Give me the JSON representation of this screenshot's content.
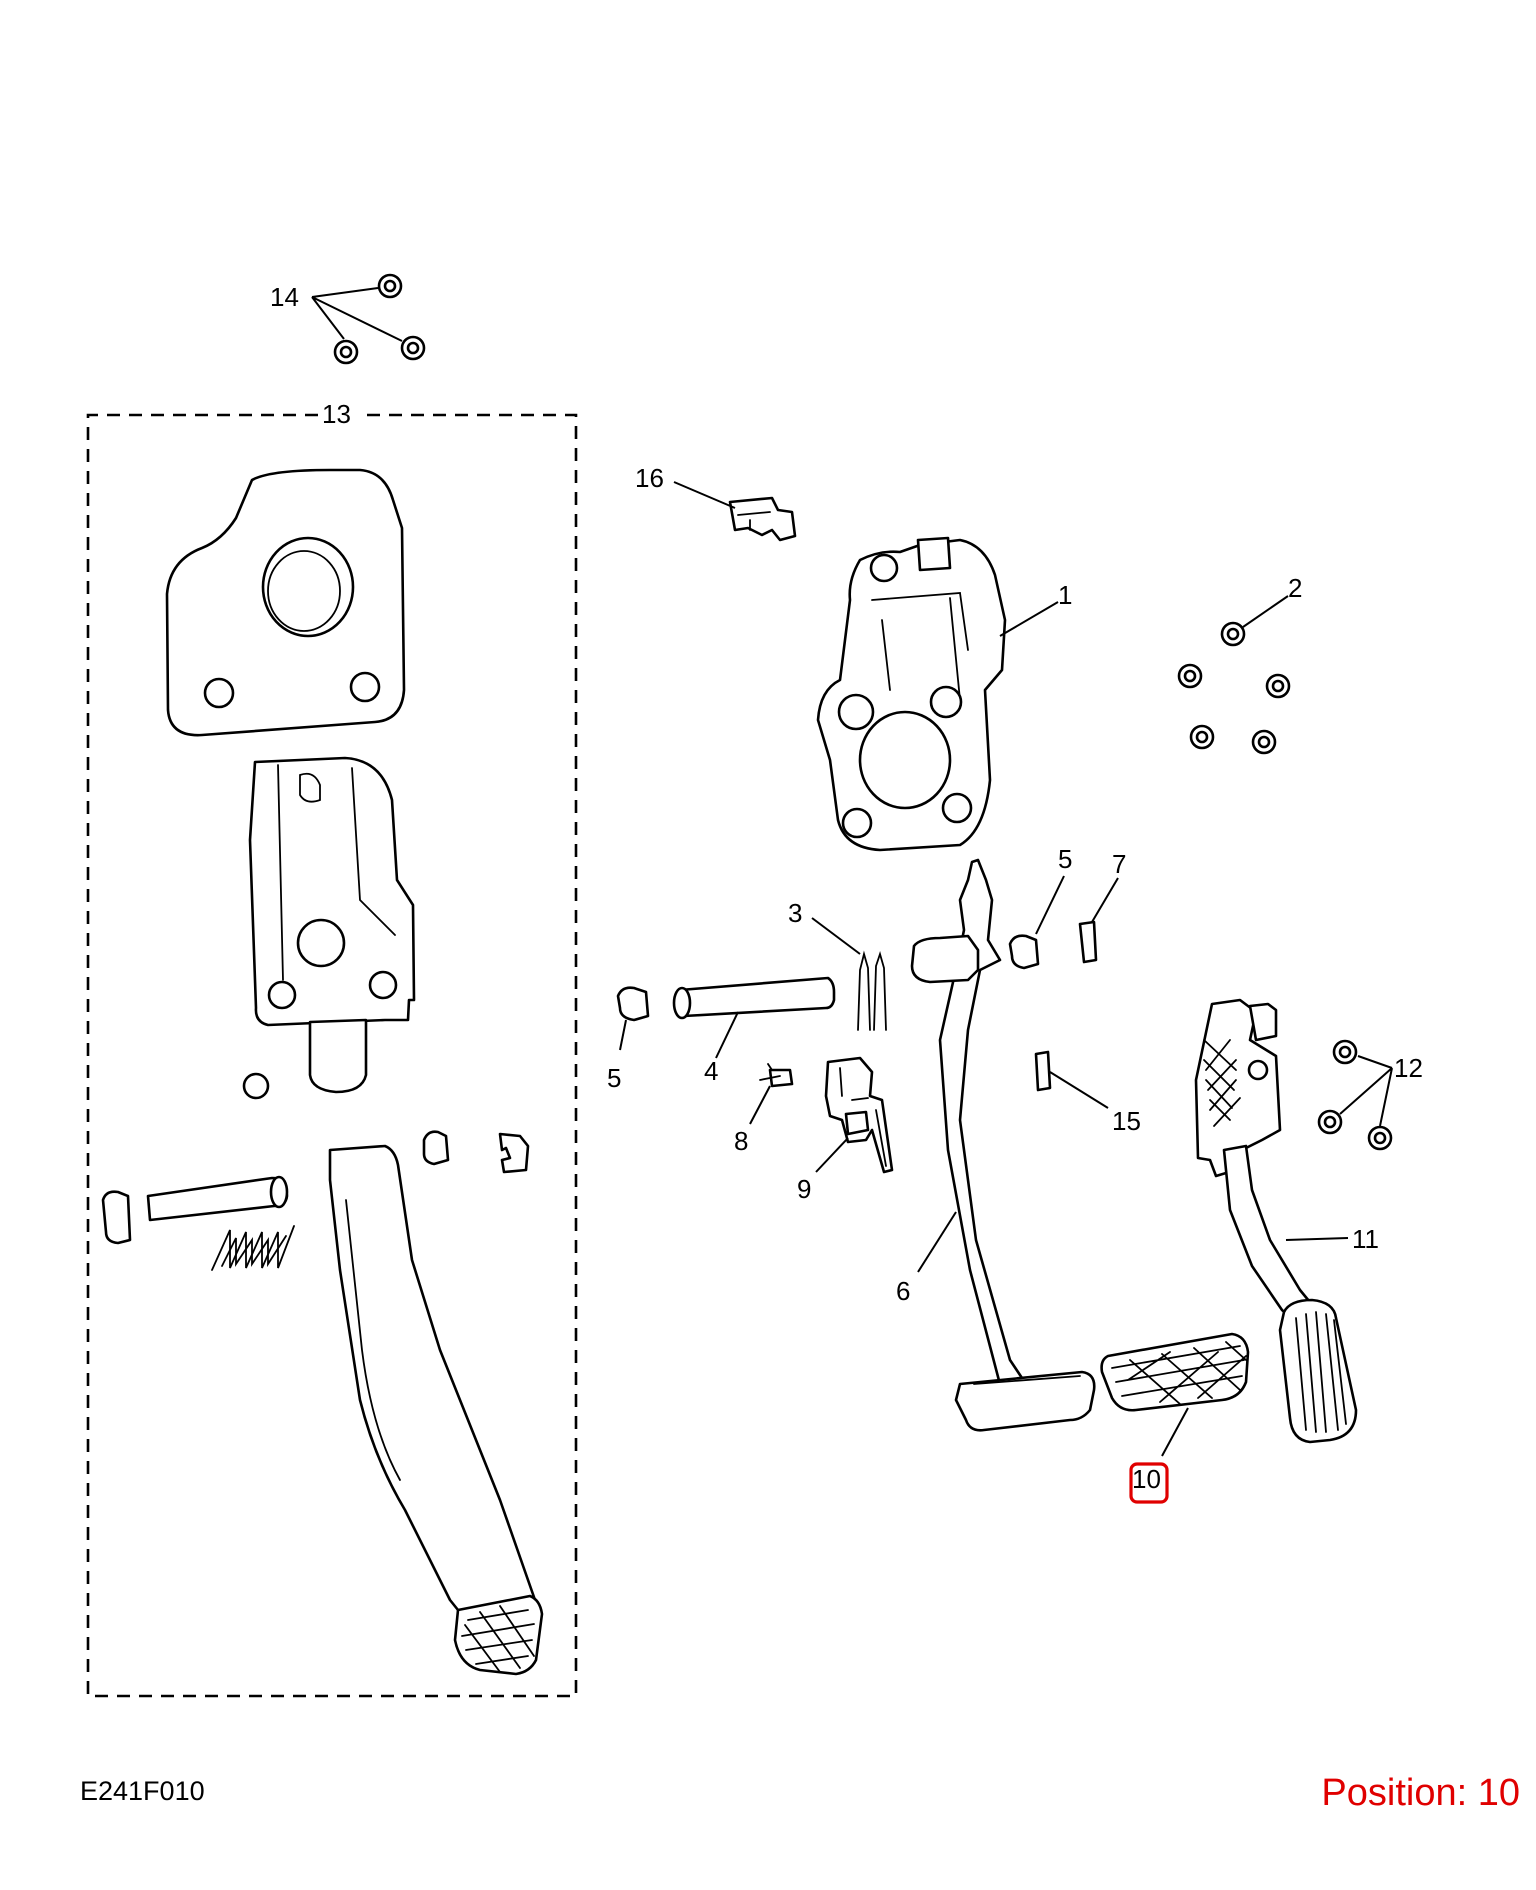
{
  "diagram_code": "E241F010",
  "position_label": "Position: 10",
  "highlight_color": "#e00000",
  "callouts": {
    "c1": "1",
    "c2": "2",
    "c3": "3",
    "c4": "4",
    "c5a": "5",
    "c5b": "5",
    "c6": "6",
    "c7": "7",
    "c8": "8",
    "c9": "9",
    "c10": "10",
    "c11": "11",
    "c12": "12",
    "c13": "13",
    "c14": "14",
    "c15": "15",
    "c16": "16"
  }
}
